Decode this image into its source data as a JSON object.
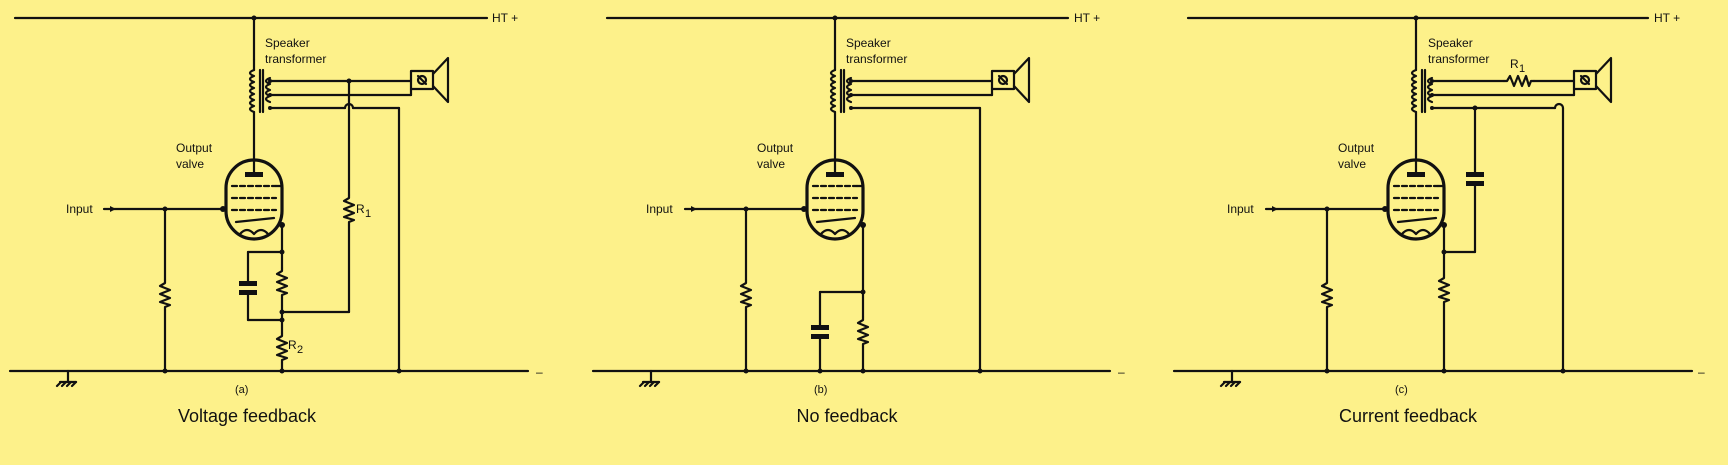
{
  "colors": {
    "background": "#fdf18a",
    "ink": "#111111"
  },
  "panels": [
    {
      "id": "a",
      "ht_label": "HT +",
      "minus_label": "–",
      "speaker_transformer_label": [
        "Speaker",
        "transformer"
      ],
      "output_valve_label": [
        "Output",
        "valve"
      ],
      "input_label": "Input",
      "r1_label": "R",
      "r1_sub": "1",
      "r2_label": "R",
      "r2_sub": "2",
      "sublabel": "(a)",
      "caption": "Voltage feedback"
    },
    {
      "id": "b",
      "ht_label": "HT +",
      "minus_label": "–",
      "speaker_transformer_label": [
        "Speaker",
        "transformer"
      ],
      "output_valve_label": [
        "Output",
        "valve"
      ],
      "input_label": "Input",
      "sublabel": "(b)",
      "caption": "No feedback"
    },
    {
      "id": "c",
      "ht_label": "HT +",
      "minus_label": "–",
      "speaker_transformer_label": [
        "Speaker",
        "transformer"
      ],
      "output_valve_label": [
        "Output",
        "valve"
      ],
      "input_label": "Input",
      "r1_label": "R",
      "r1_sub": "1",
      "sublabel": "(c)",
      "caption": "Current feedback"
    }
  ]
}
